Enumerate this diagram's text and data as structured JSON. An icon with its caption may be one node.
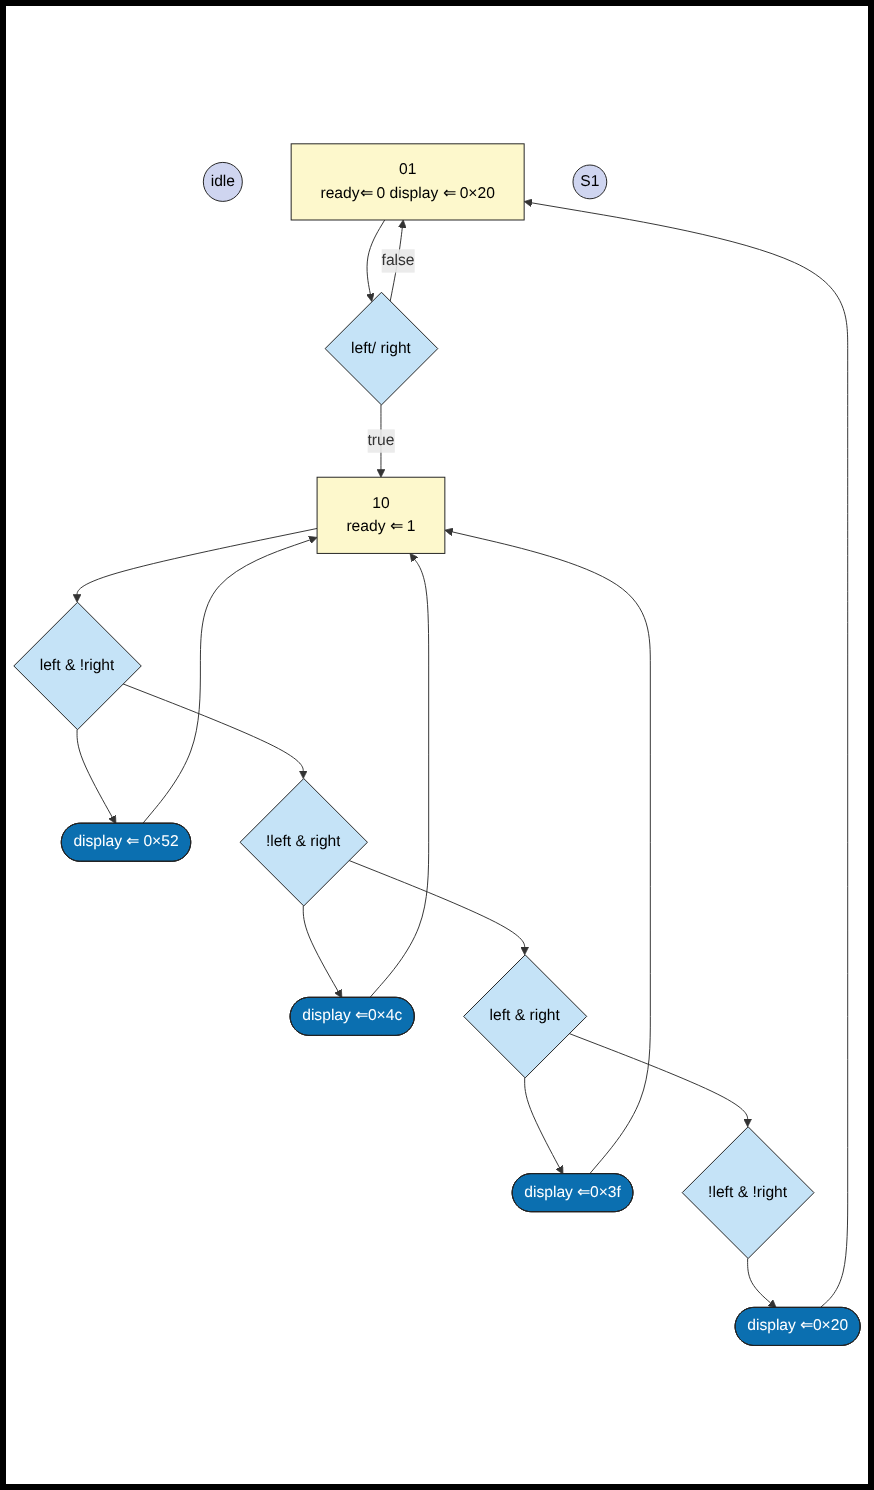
{
  "diagram": {
    "nodes": [
      {
        "text": [
          "idle"
        ]
      },
      {
        "text": [
          "01",
          "ready⇐ 0 display ⇐ 0×20"
        ]
      },
      {
        "text": [
          "left/ right"
        ]
      },
      {
        "text": [
          "S1"
        ]
      },
      {
        "text": [
          "10",
          "ready ⇐ 1"
        ]
      },
      {
        "text": [
          "left & !right"
        ]
      },
      {
        "text": [
          "display ⇐ 0×52"
        ]
      },
      {
        "text": [
          "!left & right"
        ]
      },
      {
        "text": [
          "display ⇐0×4c"
        ]
      },
      {
        "text": [
          "left & right"
        ]
      },
      {
        "text": [
          "display ⇐0×3f"
        ]
      },
      {
        "text": [
          "!left & !right"
        ]
      },
      {
        "text": [
          "display ⇐0×20"
        ]
      }
    ],
    "edges": [
      {
        "from": 1,
        "to": 2,
        "arrow": "to"
      },
      {
        "from": 2,
        "to": 1,
        "arrow": "to",
        "label": "false"
      },
      {
        "from": 2,
        "to": 4,
        "arrow": "to",
        "label": "true"
      },
      {
        "from": 4,
        "to": 5,
        "arrow": "to"
      },
      {
        "from": 5,
        "to": 6,
        "arrow": "to"
      },
      {
        "from": 5,
        "to": 7,
        "arrow": "to"
      },
      {
        "from": 7,
        "to": 8,
        "arrow": "to"
      },
      {
        "from": 7,
        "to": 9,
        "arrow": "to"
      },
      {
        "from": 9,
        "to": 10,
        "arrow": "to"
      },
      {
        "from": 9,
        "to": 11,
        "arrow": "to"
      },
      {
        "from": 11,
        "to": 12,
        "arrow": "to"
      },
      {
        "from": 6,
        "to": 4,
        "arrow": "to"
      },
      {
        "from": 8,
        "to": 4,
        "arrow": "to"
      },
      {
        "from": 10,
        "to": 4,
        "arrow": "to"
      },
      {
        "from": 12,
        "to": 1,
        "arrow": "to"
      }
    ]
  }
}
